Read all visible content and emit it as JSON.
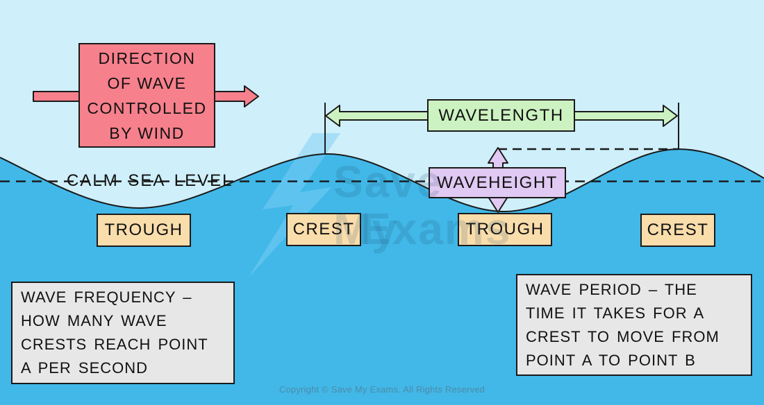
{
  "direction_box": {
    "lines": [
      "DIRECTION",
      "OF WAVE",
      "CONTROLLED",
      "BY WIND"
    ]
  },
  "wavelength": {
    "label": "WAVELENGTH"
  },
  "waveheight": {
    "label": "WAVEHEIGHT"
  },
  "sea_level": {
    "label": "CALM SEA LEVEL"
  },
  "markers": {
    "trough1": "TROUGH",
    "crest1": "CREST",
    "trough2": "TROUGH",
    "crest2": "CREST"
  },
  "frequency_box": {
    "lines": [
      "WAVE FREQUENCY –",
      "HOW MANY WAVE",
      "CRESTS REACH POINT",
      "A PER SECOND"
    ]
  },
  "period_box": {
    "lines": [
      "WAVE PERIOD – THE",
      "TIME IT TAKES FOR A",
      "CREST TO MOVE FROM",
      "POINT A TO POINT B"
    ]
  },
  "watermark": {
    "line1": "Save My",
    "line2": "Exams"
  },
  "footer": {
    "copyright": "Copyright © Save My Exams. All Rights Reserved"
  },
  "colors": {
    "sky": "#cfeffa",
    "water": "#41b8e8",
    "direction_fill": "#f6808c",
    "wavelength_fill": "#cdf2c1",
    "waveheight_fill": "#e0c9f2",
    "marker_fill": "#f9ddab",
    "note_fill": "#e7e7e7",
    "outline": "#1a1a1a"
  }
}
